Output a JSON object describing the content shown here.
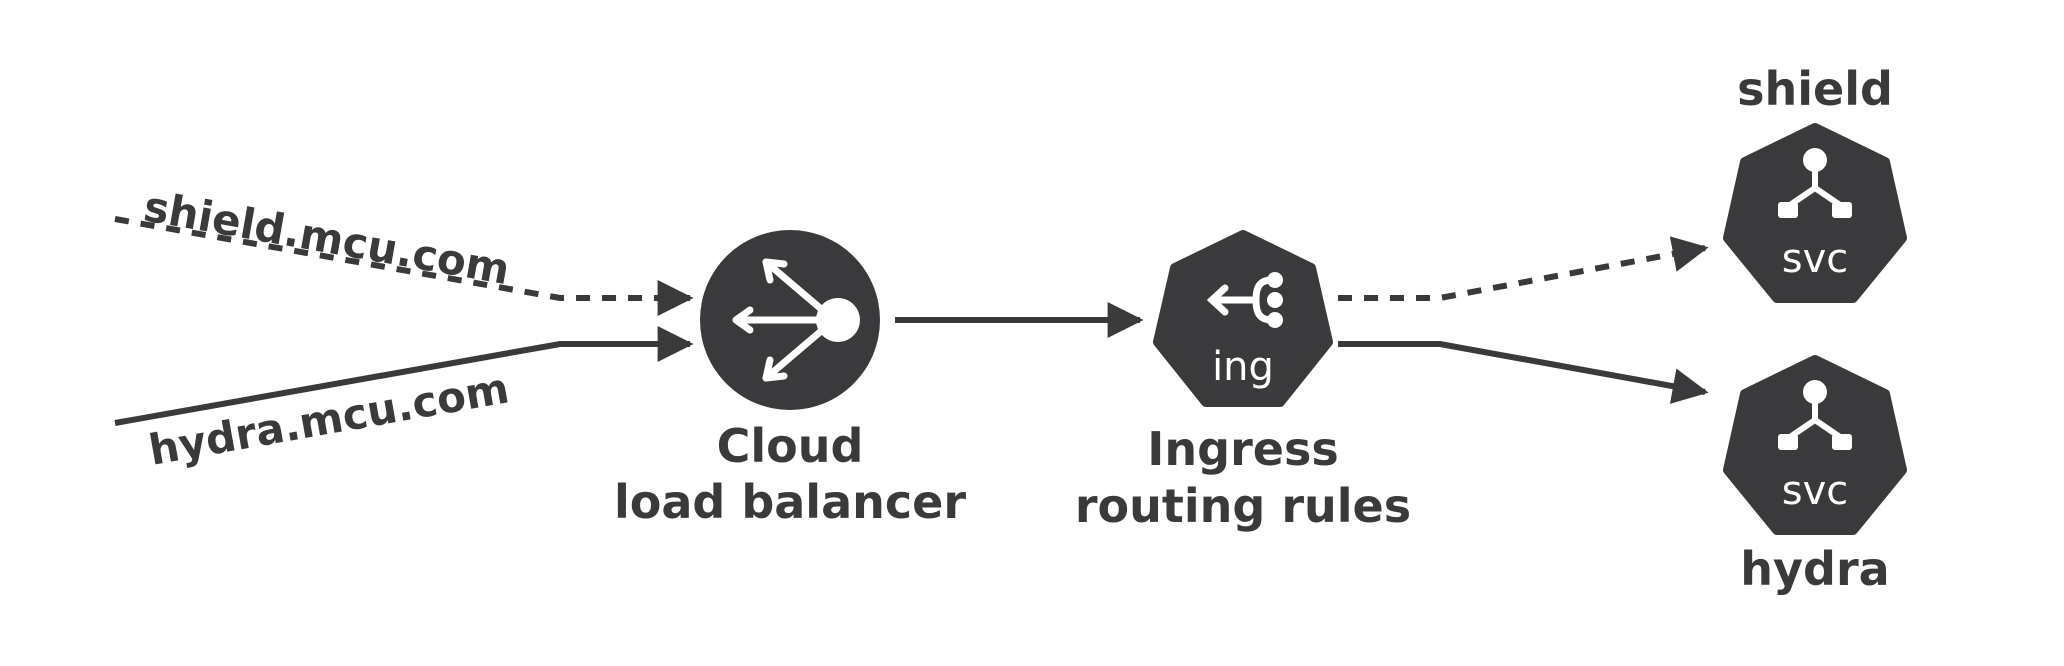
{
  "hosts": {
    "shield_host": "shield.mcu.com",
    "hydra_host": "hydra.mcu.com"
  },
  "nodes": {
    "lb_line1": "Cloud",
    "lb_line2": "load balancer",
    "ing_line1": "Ingress",
    "ing_line2": "routing rules",
    "ing_icon": "ing",
    "svc_top_name": "shield",
    "svc_top_icon": "svc",
    "svc_bottom_name": "hydra",
    "svc_bottom_icon": "svc"
  },
  "colors": {
    "ink": "#3a3a3c",
    "icon_text": "#ffffff",
    "background": "#ffffff"
  },
  "icons": {
    "load_balancer": "load-balancer-icon",
    "ingress": "ingress-icon",
    "service": "service-icon"
  }
}
